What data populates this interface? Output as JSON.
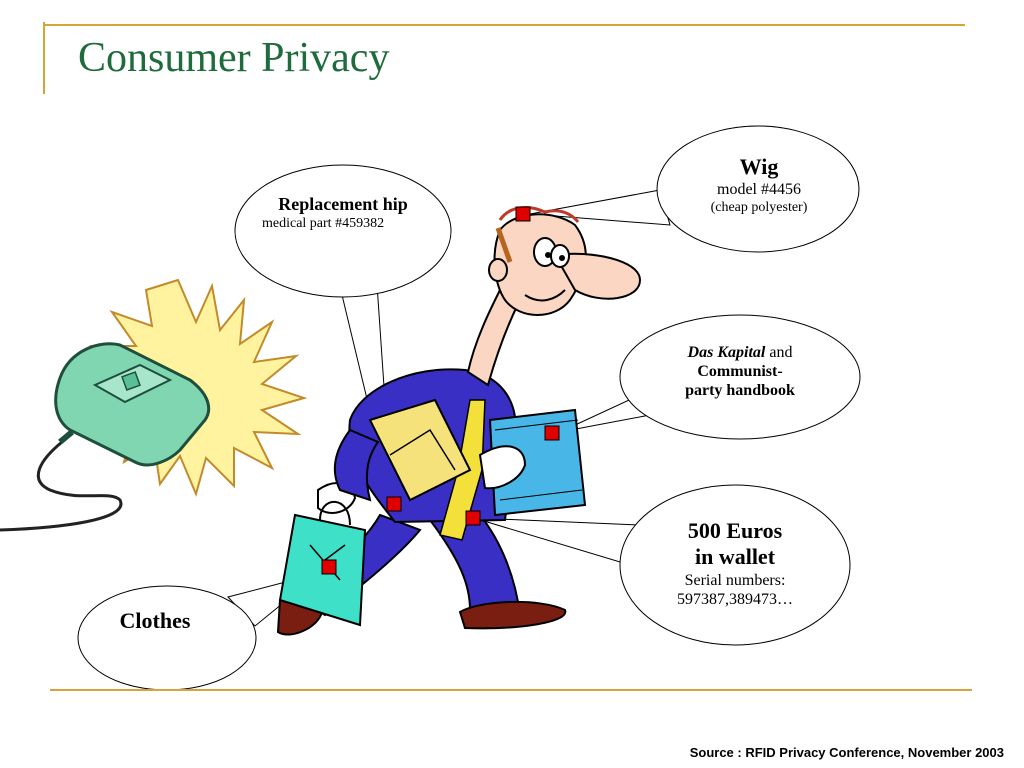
{
  "slide": {
    "title": "Consumer Privacy",
    "source": "Source : RFID Privacy Conference, November 2003"
  },
  "bubbles": {
    "wig": {
      "title": "Wig",
      "line1": "model #4456",
      "line2": "(cheap polyester)"
    },
    "hip": {
      "title": "Replacement hip",
      "line1": "medical part #459382"
    },
    "books": {
      "italic": "Das Kapital",
      "and": " and",
      "line2": "Communist-",
      "line3": "party handbook"
    },
    "euros": {
      "title1": "500 Euros",
      "title2": "in wallet",
      "line1": "Serial numbers:",
      "line2": "597387,389473…"
    },
    "clothes": {
      "title": "Clothes"
    }
  },
  "colors": {
    "accent_line": "#d9a23a",
    "title": "#1e6b3c",
    "rfid_tag": "#e00000",
    "suit": "#3a2fc4",
    "reader": "#7fd6b0",
    "starburst": "#fff3a0"
  },
  "icons": {
    "rfid-reader": "scanner-device-icon",
    "starburst": "signal-burst-icon",
    "tag": "rfid-tag-icon"
  }
}
